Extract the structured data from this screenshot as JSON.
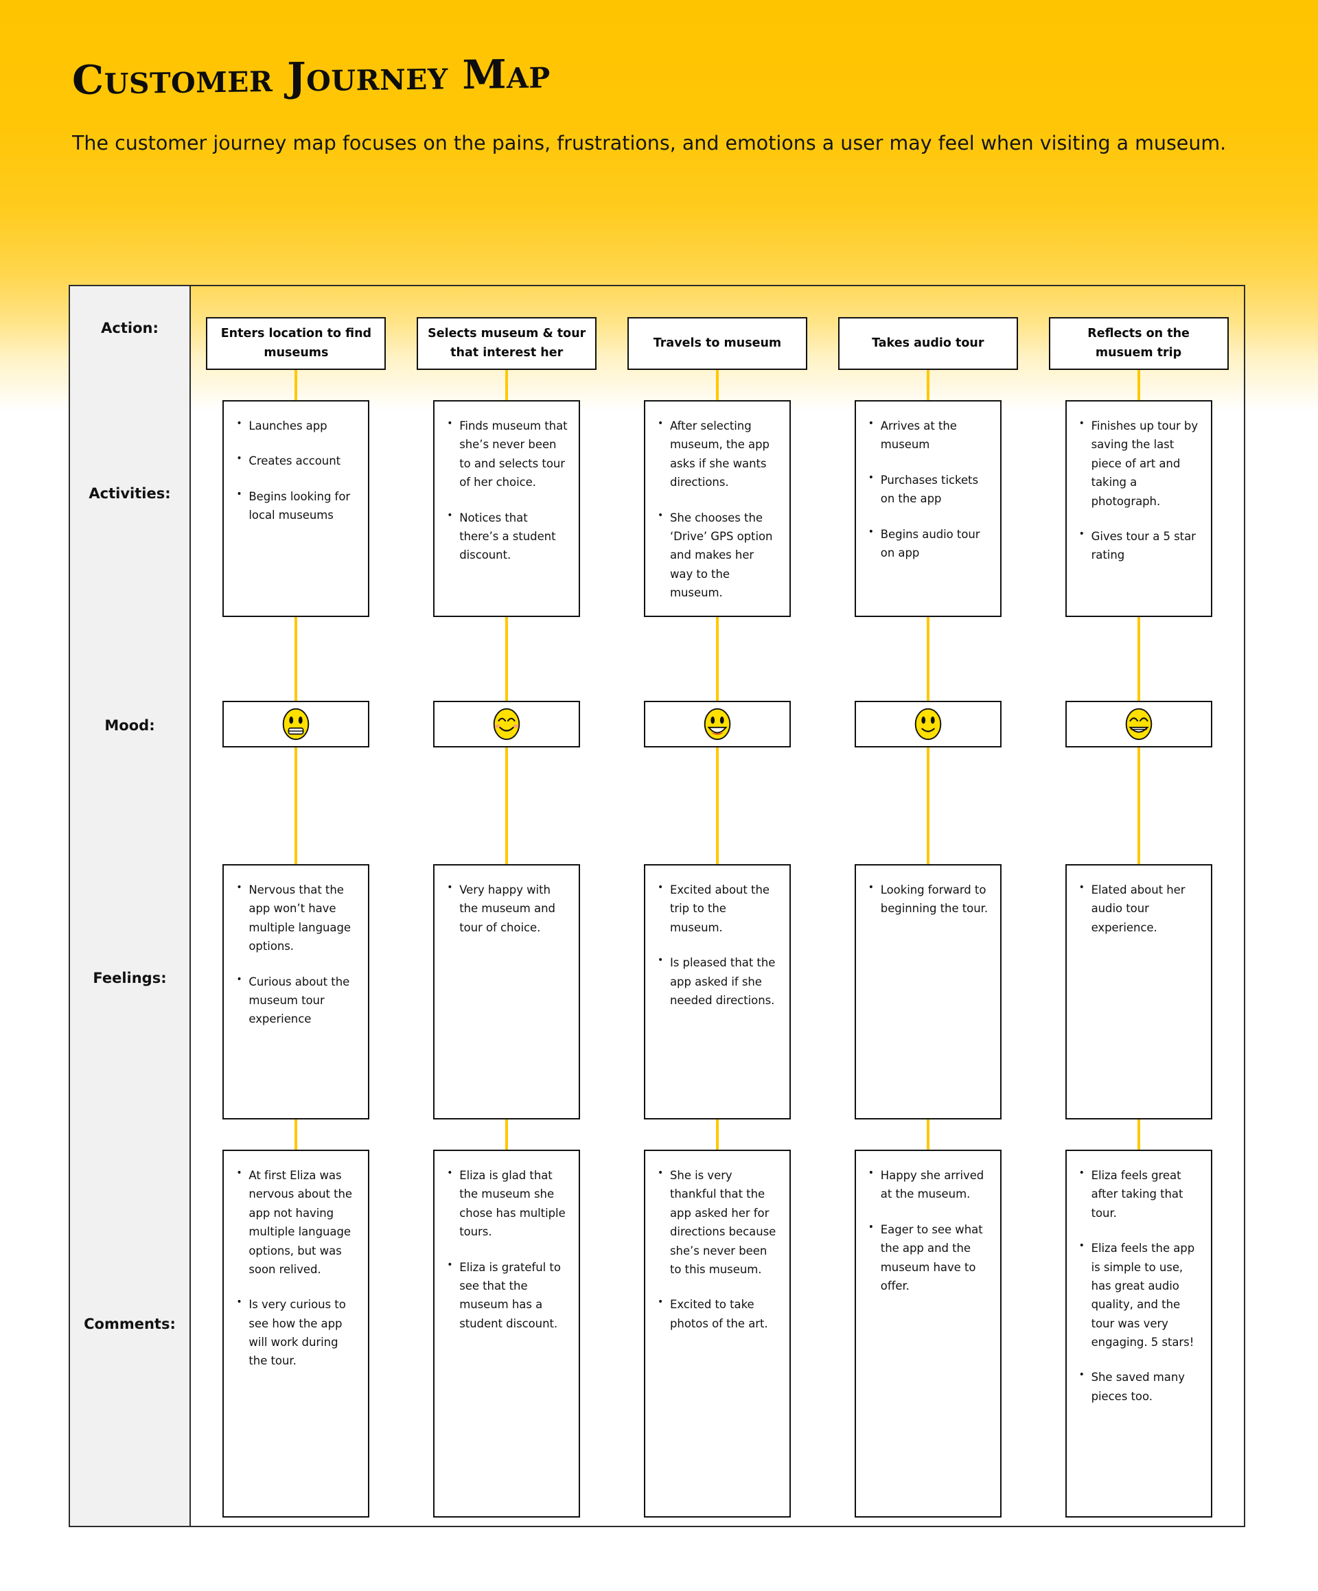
{
  "header": {
    "title": "Customer Journey Map",
    "subtitle": "The customer journey map focuses on the pains, frustrations, and emotions a user may feel when visiting a museum."
  },
  "theme": {
    "background_top": "#FFC400",
    "background_bottom": "#FFFFFF",
    "connector_color": "#FFC800",
    "label_column_bg": "#F1F1F1",
    "border_color": "#111111"
  },
  "row_labels": {
    "action": "Action:",
    "activities": "Activities:",
    "mood": "Mood:",
    "feelings": "Feelings:",
    "comments": "Comments:"
  },
  "columns": [
    {
      "action": "Enters location to find museums",
      "activities": [
        "Launches app",
        "Creates account",
        "Begins looking for local museums"
      ],
      "mood": {
        "name": "grimacing-face",
        "glyph": "😬",
        "description": "grimacing face"
      },
      "feelings": [
        "Nervous that the app won’t have multiple language options.",
        "Curious about the museum tour experience"
      ],
      "comments": [
        "At first Eliza was nervous about the app not having multiple language options, but was soon relived.",
        "Is very curious to see how the app will work during the tour."
      ]
    },
    {
      "action": "Selects museum & tour that interest her",
      "activities": [
        "Finds museum that she’s never been to and selects tour of her choice.",
        "Notices that there’s a student discount."
      ],
      "mood": {
        "name": "smiling-face-with-blush",
        "glyph": "😊",
        "description": "smiling face with smiling eyes and blush"
      },
      "feelings": [
        "Very happy with the museum and tour of choice."
      ],
      "comments": [
        "Eliza is glad that the museum she chose has multiple tours.",
        "Eliza is grateful to see that the museum has a student discount."
      ]
    },
    {
      "action": "Travels to museum",
      "activities": [
        "After selecting museum, the app asks if she wants directions.",
        "She chooses the ‘Drive’ GPS option and makes her way to the museum."
      ],
      "mood": {
        "name": "grinning-face-with-open-mouth",
        "glyph": "😃",
        "description": "smiling face with open mouth"
      },
      "feelings": [
        "Excited about the trip to the museum.",
        "Is pleased that the app asked if she needed directions."
      ],
      "comments": [
        "She is very thankful that the app asked her for directions because she’s never been to this museum.",
        "Excited to take photos of the art."
      ]
    },
    {
      "action": "Takes audio tour",
      "activities": [
        "Arrives at the museum",
        "Purchases tickets on the app",
        "Begins audio tour on app"
      ],
      "mood": {
        "name": "slightly-smiling-face",
        "glyph": "🙂",
        "description": "slightly smiling face"
      },
      "feelings": [
        "Looking forward to beginning the tour."
      ],
      "comments": [
        "Happy she arrived at the museum.",
        "Eager to see what the app and the museum have to offer."
      ]
    },
    {
      "action": "Reflects on the musuem trip",
      "activities": [
        "Finishes up tour by saving the last piece of art and taking a photograph.",
        "Gives tour a 5 star rating"
      ],
      "mood": {
        "name": "grinning-face-with-smiling-eyes",
        "glyph": "😄",
        "description": "grinning face with smiling eyes"
      },
      "feelings": [
        "Elated about her audio tour experience."
      ],
      "comments": [
        "Eliza feels great after taking that tour.",
        "Eliza feels the app is simple to use, has great audio quality, and the tour was very engaging. 5 stars!",
        "She saved many pieces too."
      ]
    }
  ]
}
